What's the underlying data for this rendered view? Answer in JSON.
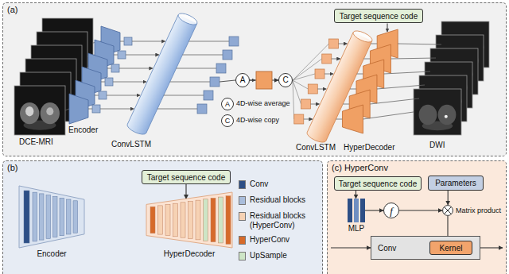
{
  "diagram": {
    "nodes": [
      {
        "text": [
          "(a)"
        ]
      },
      {
        "text": [
          "Target sequence code"
        ],
        "in": 0
      },
      {
        "text": [
          "A"
        ],
        "in": 0
      },
      {
        "text": [
          "C"
        ],
        "in": 0
      },
      {
        "text": [
          "A"
        ],
        "in": 0
      },
      {
        "text": [
          "C"
        ],
        "in": 0
      },
      {
        "text": [
          "(b)"
        ]
      },
      {
        "text": [
          "Encoder"
        ],
        "in": 6
      },
      {
        "text": [
          "HyperDecoder"
        ],
        "in": 6
      },
      {
        "text": [
          "Target sequence code"
        ],
        "in": 6
      },
      {
        "text": [
          "(c) HyperConv"
        ]
      },
      {
        "text": [
          "Target sequence code"
        ],
        "in": 10
      },
      {
        "text": [
          "MLP"
        ],
        "in": 10
      },
      {
        "text": [
          "f"
        ],
        "in": 10
      },
      {
        "text": [
          "Parameters"
        ],
        "in": 10
      },
      {
        "text": [
          "Matrix product"
        ],
        "in": 10
      },
      {
        "text": [
          "Conv"
        ],
        "in": 10
      },
      {
        "text": [
          "Kernel"
        ],
        "in": 16
      }
    ],
    "edges": [
      {
        "from": 2,
        "to": 3,
        "arrow": "to"
      },
      {
        "from": 9,
        "to": 8,
        "arrow": "to"
      },
      {
        "from": 11,
        "to": 12,
        "arrow": "to"
      },
      {
        "from": 12,
        "to": 13,
        "arrow": "to"
      },
      {
        "from": 13,
        "to": 15,
        "arrow": "to"
      },
      {
        "from": 14,
        "to": 15,
        "arrow": "to"
      },
      {
        "from": 15,
        "to": 17,
        "arrow": "to"
      }
    ],
    "labels": [
      "4D-wise average",
      "4D-wise copy",
      "DCE-MRI",
      "Encoder",
      "ConvLSTM",
      "ConvLSTM",
      "HyperDecoder",
      "DWI"
    ],
    "legend": [
      {
        "text": "Conv",
        "color": "#2d4f86"
      },
      {
        "text": "Residual blocks",
        "color": "#a9bddb"
      },
      {
        "text": "Residual blocks (HyperConv)",
        "color": "#f6d2b4"
      },
      {
        "text": "HyperConv",
        "color": "#d66a2a"
      },
      {
        "text": "UpSample",
        "color": "#cde5c6"
      }
    ]
  }
}
